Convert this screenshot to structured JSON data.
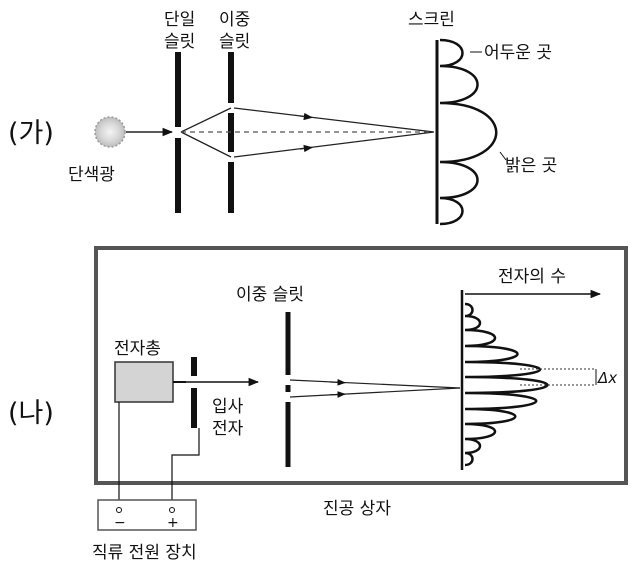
{
  "panel_a": {
    "tag": "(가)",
    "single_slit_label": [
      "단일",
      "슬릿"
    ],
    "double_slit_label": [
      "이중",
      "슬릿"
    ],
    "screen_label": "스크린",
    "dark_label": "어두운 곳",
    "bright_label": "밝은 곳",
    "source_label": "단색광"
  },
  "panel_b": {
    "tag": "(나)",
    "double_slit_label": "이중 슬릿",
    "axis_label": "전자의 수",
    "gun_label": "전자총",
    "incident_label": [
      "입사",
      "전자"
    ],
    "spacing_label": "Δx",
    "vacuum_label": "진공 상자",
    "power_label": "직류 전원 장치",
    "minus_sign": "−",
    "plus_sign": "+"
  }
}
